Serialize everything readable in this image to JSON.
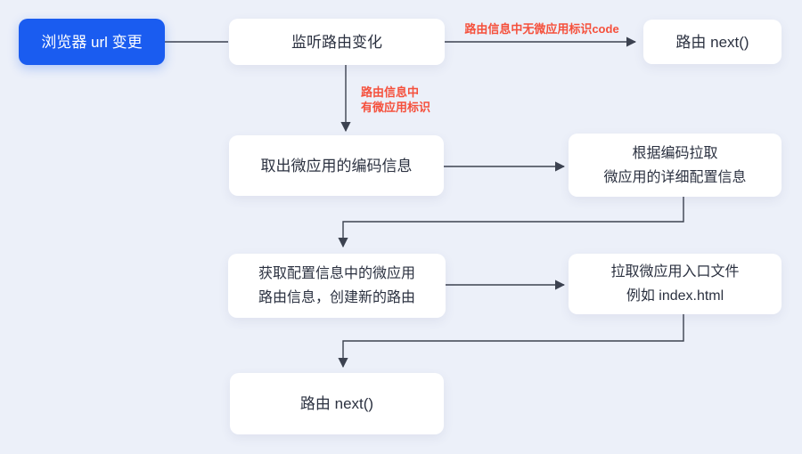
{
  "colors": {
    "background": "#ecf0f9",
    "start_node_blue": "#1a5cf0",
    "node_fill": "#ffffff",
    "node_text": "#2b3140",
    "edge_label_red": "#f5503c",
    "line": "#3c4250"
  },
  "nodes": {
    "browser_url": {
      "label": "浏览器 url 变更"
    },
    "listen_route": {
      "label": "监听路由变化"
    },
    "route_next_top": {
      "label": "路由 next()"
    },
    "extract_code": {
      "label": "取出微应用的编码信息"
    },
    "fetch_config": {
      "line1": "根据编码拉取",
      "line2": "微应用的详细配置信息"
    },
    "create_route": {
      "line1": "获取配置信息中的微应用",
      "line2": "路由信息，创建新的路由"
    },
    "fetch_entry": {
      "line1": "拉取微应用入口文件",
      "line2": "例如 index.html"
    },
    "route_next_bottom": {
      "label": "路由 next()"
    }
  },
  "edge_labels": {
    "no_app_code": "路由信息中无微应用标识code",
    "has_app_line1": "路由信息中",
    "has_app_line2": "有微应用标识"
  }
}
